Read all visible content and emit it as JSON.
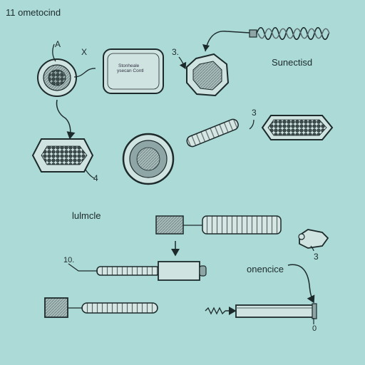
{
  "title": "11 ometocind",
  "labels": {
    "a": "A",
    "x": "X",
    "three_top": "3.",
    "sunectisd": "Sunectisd",
    "three_mid": "3",
    "four": "4",
    "muscle": "lulmcle",
    "three_low": "3",
    "ten": "10.",
    "onencice": "onencice",
    "zero": "0"
  },
  "box_text": {
    "line1": "Stonheale",
    "line2": "ysecan Contl"
  },
  "colors": {
    "background": "#acdad6",
    "ink": "#1c2a2c",
    "fill_light": "#cfe3e0",
    "fill_mid": "#8fa6a6",
    "fill_dark": "#3d4a4c"
  }
}
